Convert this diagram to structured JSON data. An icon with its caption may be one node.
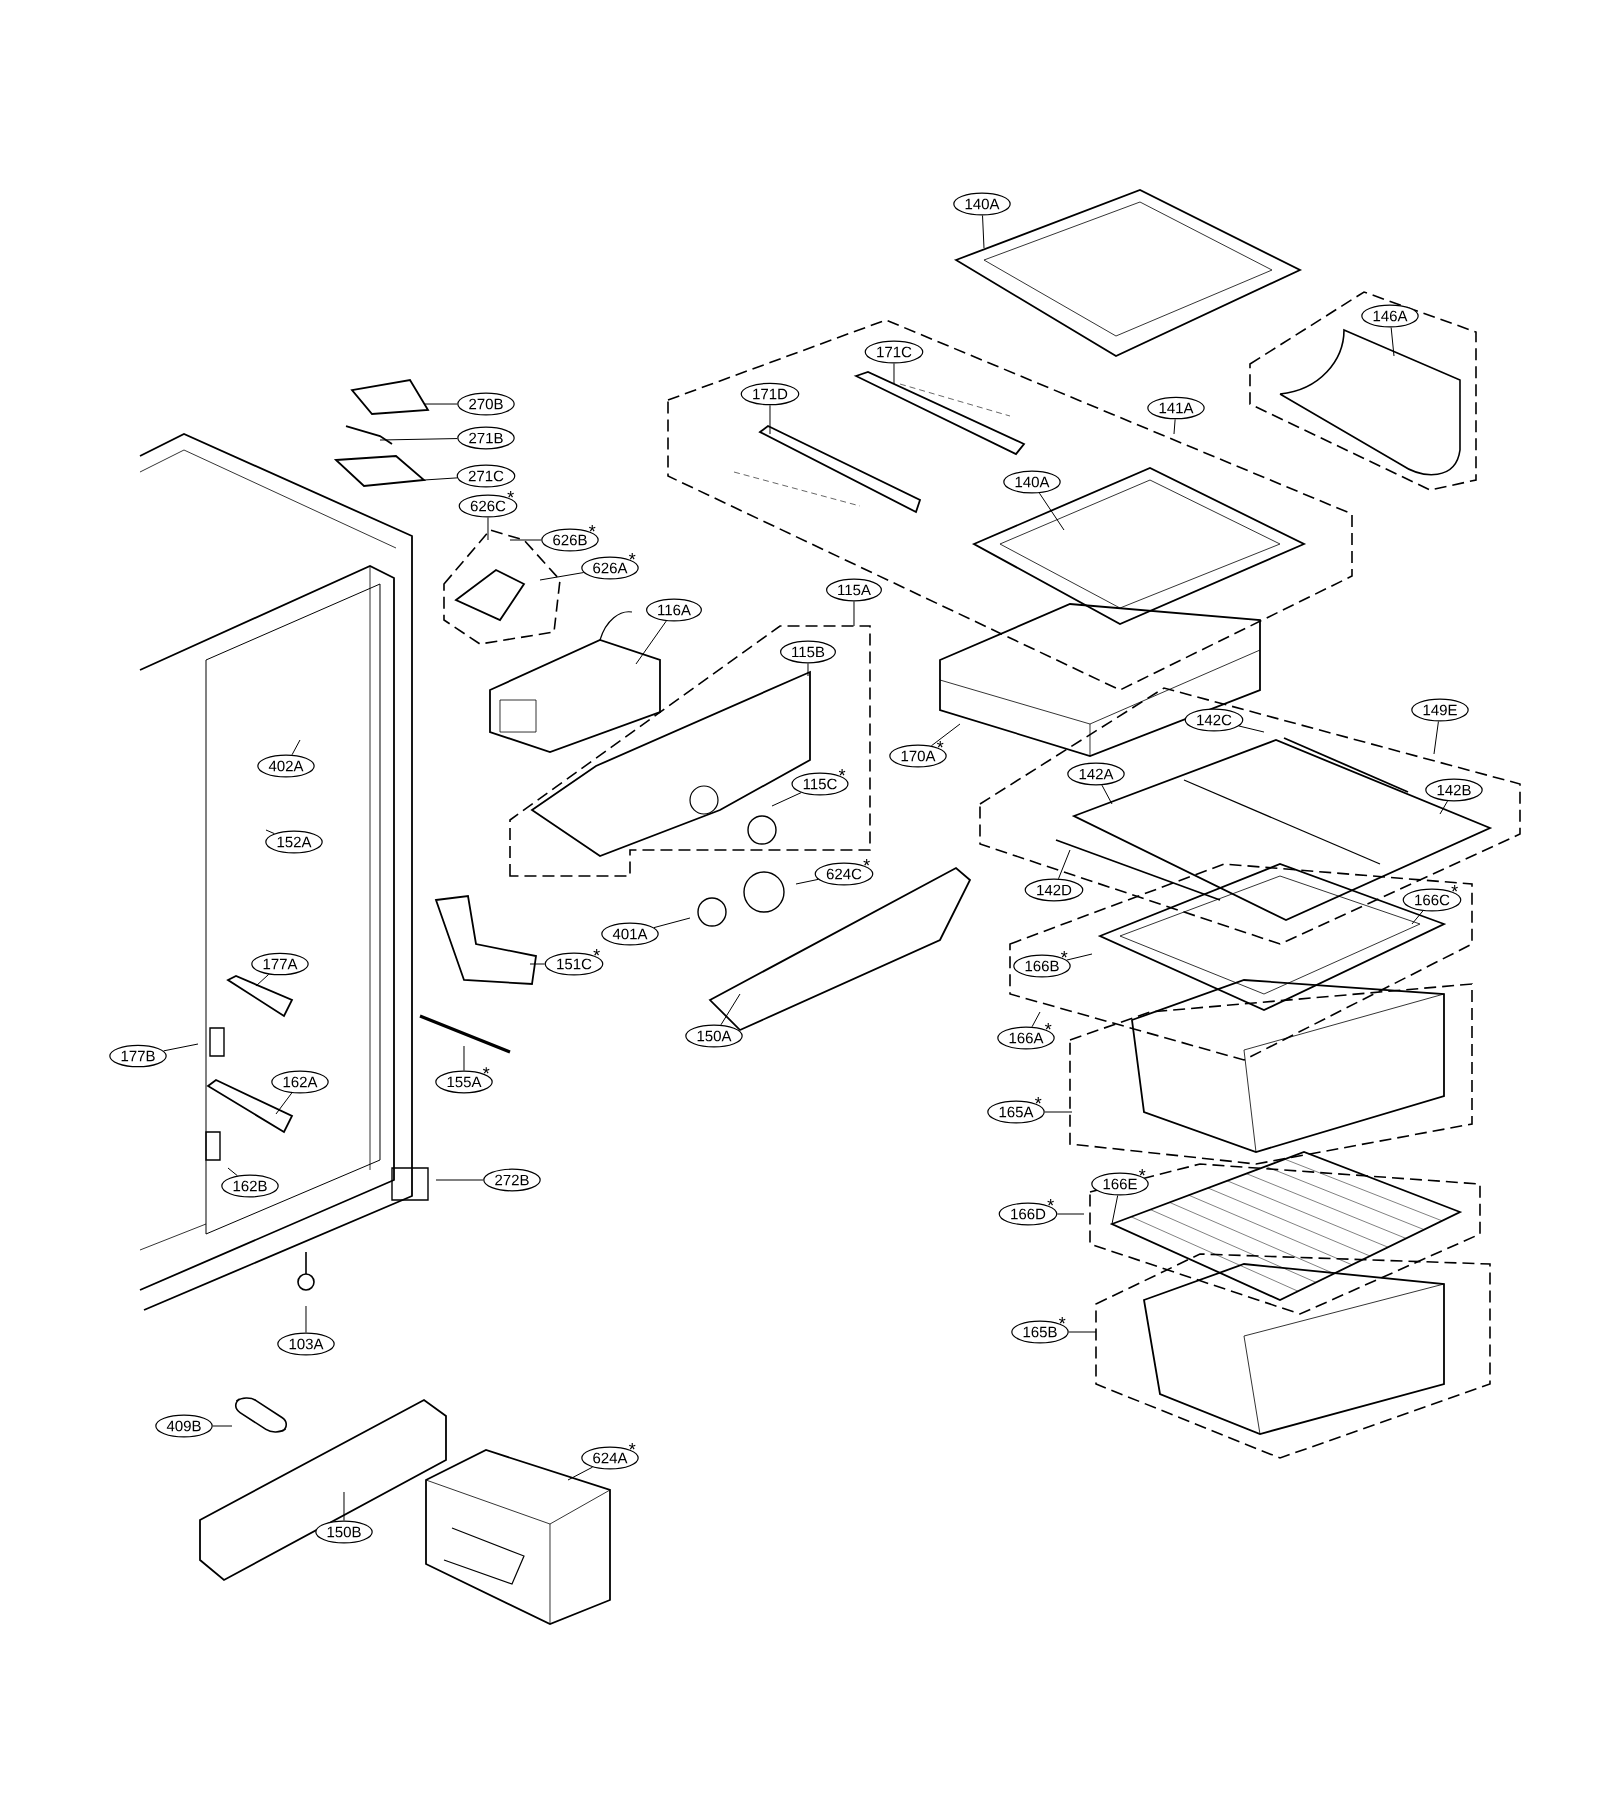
{
  "diagram": {
    "nodes": [
      {
        "text": [
          "140A"
        ]
      },
      {
        "text": [
          "146A"
        ]
      },
      {
        "text": [
          "171C"
        ]
      },
      {
        "text": [
          "171D"
        ]
      },
      {
        "text": [
          "141A"
        ]
      },
      {
        "text": [
          "140A"
        ]
      },
      {
        "text": [
          "270B"
        ]
      },
      {
        "text": [
          "271B"
        ]
      },
      {
        "text": [
          "271C"
        ]
      },
      {
        "text": [
          "626C"
        ],
        "beside": [
          "*"
        ]
      },
      {
        "text": [
          "626B"
        ],
        "beside": [
          "*"
        ]
      },
      {
        "text": [
          "626A"
        ],
        "beside": [
          "*"
        ]
      },
      {
        "text": [
          "116A"
        ]
      },
      {
        "text": [
          "115A"
        ]
      },
      {
        "text": [
          "115B"
        ]
      },
      {
        "text": [
          "170A"
        ],
        "beside": [
          "*"
        ]
      },
      {
        "text": [
          "142C"
        ]
      },
      {
        "text": [
          "149E"
        ]
      },
      {
        "text": [
          "142A"
        ]
      },
      {
        "text": [
          "142B"
        ]
      },
      {
        "text": [
          "402A"
        ]
      },
      {
        "text": [
          "115C"
        ],
        "beside": [
          "*"
        ]
      },
      {
        "text": [
          "152A"
        ]
      },
      {
        "text": [
          "624C"
        ],
        "beside": [
          "*"
        ]
      },
      {
        "text": [
          "142D"
        ]
      },
      {
        "text": [
          "166C"
        ],
        "beside": [
          "*"
        ]
      },
      {
        "text": [
          "401A"
        ]
      },
      {
        "text": [
          "151C"
        ],
        "beside": [
          "*"
        ]
      },
      {
        "text": [
          "166B"
        ],
        "beside": [
          "*"
        ]
      },
      {
        "text": [
          "177A"
        ]
      },
      {
        "text": [
          "150A"
        ]
      },
      {
        "text": [
          "155A"
        ],
        "beside": [
          "*"
        ]
      },
      {
        "text": [
          "177B"
        ]
      },
      {
        "text": [
          "162A"
        ]
      },
      {
        "text": [
          "166A"
        ],
        "beside": [
          "*"
        ]
      },
      {
        "text": [
          "165A"
        ],
        "beside": [
          "*"
        ]
      },
      {
        "text": [
          "162B"
        ]
      },
      {
        "text": [
          "272B"
        ]
      },
      {
        "text": [
          "166E"
        ],
        "beside": [
          "*"
        ]
      },
      {
        "text": [
          "166D"
        ],
        "beside": [
          "*"
        ]
      },
      {
        "text": [
          "103A"
        ]
      },
      {
        "text": [
          "165B"
        ],
        "beside": [
          "*"
        ]
      },
      {
        "text": [
          "409B"
        ]
      },
      {
        "text": [
          "624A"
        ],
        "beside": [
          "*"
        ]
      },
      {
        "text": [
          "150B"
        ]
      }
    ],
    "edges": [
      {
        "from": 0,
        "to": null,
        "arrow": "none"
      },
      {
        "from": 1,
        "to": null,
        "arrow": "none"
      },
      {
        "from": 2,
        "to": null,
        "arrow": "none"
      },
      {
        "from": 3,
        "to": null,
        "arrow": "none"
      },
      {
        "from": 4,
        "to": null,
        "arrow": "none"
      },
      {
        "from": 5,
        "to": null,
        "arrow": "none"
      },
      {
        "from": 6,
        "to": null,
        "arrow": "none"
      },
      {
        "from": 7,
        "to": null,
        "arrow": "none"
      },
      {
        "from": 8,
        "to": null,
        "arrow": "none"
      },
      {
        "from": 9,
        "to": null,
        "arrow": "none"
      },
      {
        "from": 10,
        "to": null,
        "arrow": "none"
      },
      {
        "from": 11,
        "to": null,
        "arrow": "none"
      },
      {
        "from": 12,
        "to": null,
        "arrow": "none"
      },
      {
        "from": 13,
        "to": null,
        "arrow": "none"
      },
      {
        "from": 14,
        "to": null,
        "arrow": "none"
      },
      {
        "from": 15,
        "to": null,
        "arrow": "none"
      },
      {
        "from": 16,
        "to": null,
        "arrow": "none"
      },
      {
        "from": 17,
        "to": null,
        "arrow": "none"
      },
      {
        "from": 18,
        "to": null,
        "arrow": "none"
      },
      {
        "from": 19,
        "to": null,
        "arrow": "none"
      },
      {
        "from": 20,
        "to": null,
        "arrow": "none"
      },
      {
        "from": 21,
        "to": null,
        "arrow": "none"
      },
      {
        "from": 22,
        "to": null,
        "arrow": "none"
      },
      {
        "from": 23,
        "to": null,
        "arrow": "none"
      },
      {
        "from": 24,
        "to": null,
        "arrow": "none"
      },
      {
        "from": 25,
        "to": null,
        "arrow": "none"
      },
      {
        "from": 26,
        "to": null,
        "arrow": "none"
      },
      {
        "from": 27,
        "to": null,
        "arrow": "none"
      },
      {
        "from": 28,
        "to": null,
        "arrow": "none"
      },
      {
        "from": 29,
        "to": null,
        "arrow": "none"
      },
      {
        "from": 30,
        "to": null,
        "arrow": "none"
      },
      {
        "from": 31,
        "to": null,
        "arrow": "none"
      },
      {
        "from": 32,
        "to": null,
        "arrow": "none"
      },
      {
        "from": 33,
        "to": null,
        "arrow": "none"
      },
      {
        "from": 34,
        "to": null,
        "arrow": "none"
      },
      {
        "from": 35,
        "to": null,
        "arrow": "none"
      },
      {
        "from": 36,
        "to": null,
        "arrow": "none"
      },
      {
        "from": 37,
        "to": null,
        "arrow": "none"
      },
      {
        "from": 38,
        "to": null,
        "arrow": "none"
      },
      {
        "from": 39,
        "to": null,
        "arrow": "none"
      },
      {
        "from": 40,
        "to": null,
        "arrow": "none"
      },
      {
        "from": 41,
        "to": null,
        "arrow": "none"
      },
      {
        "from": 42,
        "to": null,
        "arrow": "none"
      },
      {
        "from": 43,
        "to": null,
        "arrow": "none"
      },
      {
        "from": 44,
        "to": null,
        "arrow": "none"
      }
    ]
  }
}
